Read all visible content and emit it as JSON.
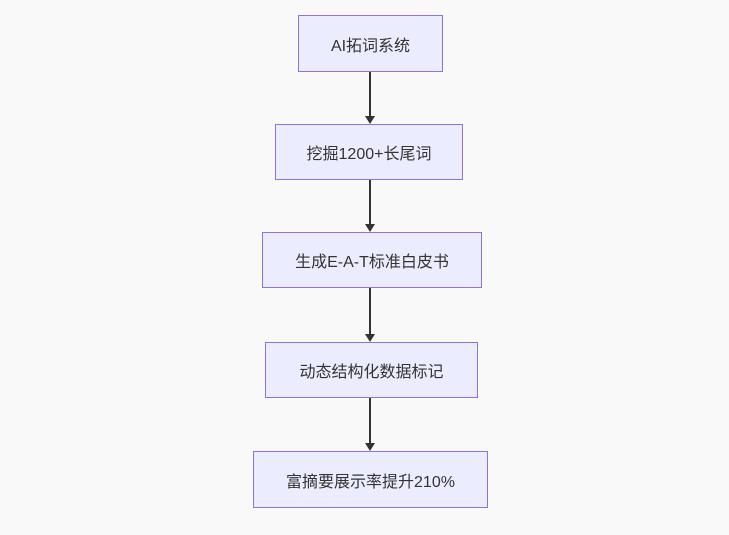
{
  "diagram": {
    "type": "flowchart-top-down",
    "colors": {
      "node_fill": "#ECECFF",
      "node_border": "#9370DB",
      "node_text": "#333333",
      "edge": "#333333",
      "background": "#f9f9f9"
    },
    "nodes": [
      {
        "id": "n1",
        "label": "AI拓词系统"
      },
      {
        "id": "n2",
        "label": "挖掘1200+长尾词"
      },
      {
        "id": "n3",
        "label": "生成E-A-T标准白皮书"
      },
      {
        "id": "n4",
        "label": "动态结构化数据标记"
      },
      {
        "id": "n5",
        "label": "富摘要展示率提升210%"
      }
    ],
    "edges": [
      {
        "from": "n1",
        "to": "n2",
        "style": "arrow-down"
      },
      {
        "from": "n2",
        "to": "n3",
        "style": "arrow-down"
      },
      {
        "from": "n3",
        "to": "n4",
        "style": "arrow-down"
      },
      {
        "from": "n4",
        "to": "n5",
        "style": "arrow-down"
      }
    ]
  }
}
